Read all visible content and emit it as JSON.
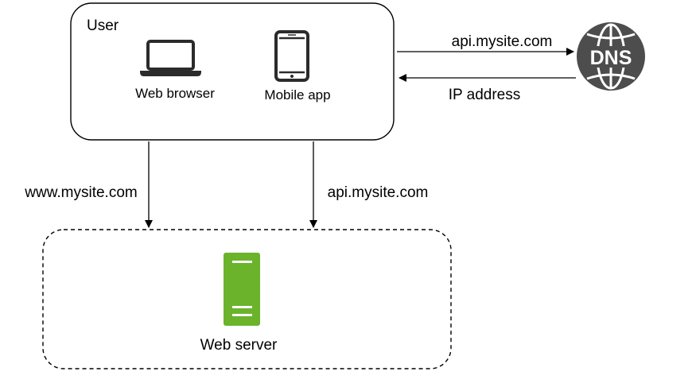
{
  "user_box": {
    "title": "User",
    "web_browser_label": "Web browser",
    "mobile_app_label": "Mobile app"
  },
  "dns": {
    "label": "DNS",
    "request_label": "api.mysite.com",
    "response_label": "IP address"
  },
  "connections": {
    "browser_to_server_label": "www.mysite.com",
    "app_to_server_label": "api.mysite.com"
  },
  "server": {
    "label": "Web server"
  },
  "colors": {
    "server_fill": "#6ab32b",
    "server_highlight": "#ffffff",
    "icon_stroke": "#2b2b2b",
    "dns_fill": "#4d4d4d",
    "line": "#000000",
    "background": "#ffffff"
  }
}
